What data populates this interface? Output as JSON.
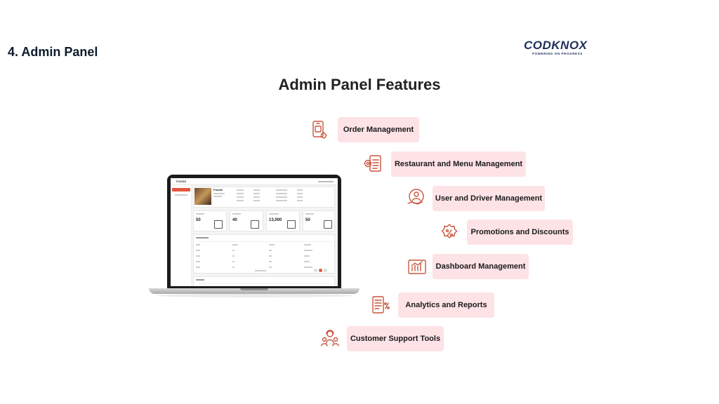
{
  "slide": {
    "title": "4. Admin Panel"
  },
  "logo": {
    "word": "CODKNOX",
    "tagline": "POWERING ON PROGRESS"
  },
  "heading": "Admin Panel Features",
  "features": [
    {
      "label": "Order Management",
      "icon": "mobile-order-icon"
    },
    {
      "label": "Restaurant and Menu Management",
      "icon": "menu-settings-icon"
    },
    {
      "label": "User and Driver Management",
      "icon": "user-hand-icon"
    },
    {
      "label": "Promotions and Discounts",
      "icon": "percent-badge-icon"
    },
    {
      "label": "Dashboard Management",
      "icon": "dashboard-chart-icon"
    },
    {
      "label": "Analytics and Reports",
      "icon": "report-percent-icon"
    },
    {
      "label": "Customer Support Tools",
      "icon": "support-team-icon"
    }
  ],
  "laptop": {
    "brand": "FOODS",
    "restaurant": "Foodie",
    "stats": [
      {
        "value": "50"
      },
      {
        "value": "40"
      },
      {
        "value": "13,000"
      },
      {
        "value": "50"
      }
    ]
  },
  "colors": {
    "accent": "#e4573d",
    "pill": "#fde2e6",
    "icon": "#c8553d",
    "logo": "#1e2f5a"
  }
}
